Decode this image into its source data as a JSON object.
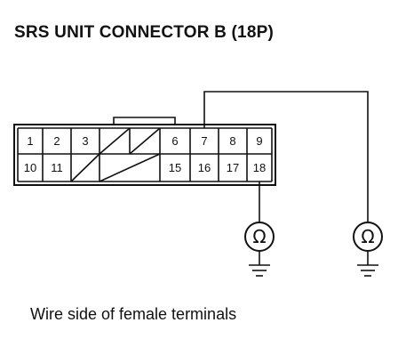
{
  "title": "SRS UNIT CONNECTOR B (18P)",
  "caption": "Wire side of female terminals",
  "connector": {
    "row1": [
      "1",
      "2",
      "3",
      "",
      "",
      "6",
      "7",
      "8",
      "9"
    ],
    "row2": [
      "10",
      "11",
      "",
      "",
      "",
      "15",
      "16",
      "17",
      "18"
    ],
    "blank_cavities": [
      "row1-col4",
      "row1-col5",
      "row2-col3",
      "row2-col4",
      "row2-col5"
    ]
  },
  "meters": [
    {
      "symbol": "Ω",
      "connected_pin": "18",
      "icon": "ohmmeter-icon"
    },
    {
      "symbol": "Ω",
      "connected_pin": "7",
      "icon": "ohmmeter-icon"
    }
  ],
  "ground": {
    "icon": "ground-icon"
  }
}
